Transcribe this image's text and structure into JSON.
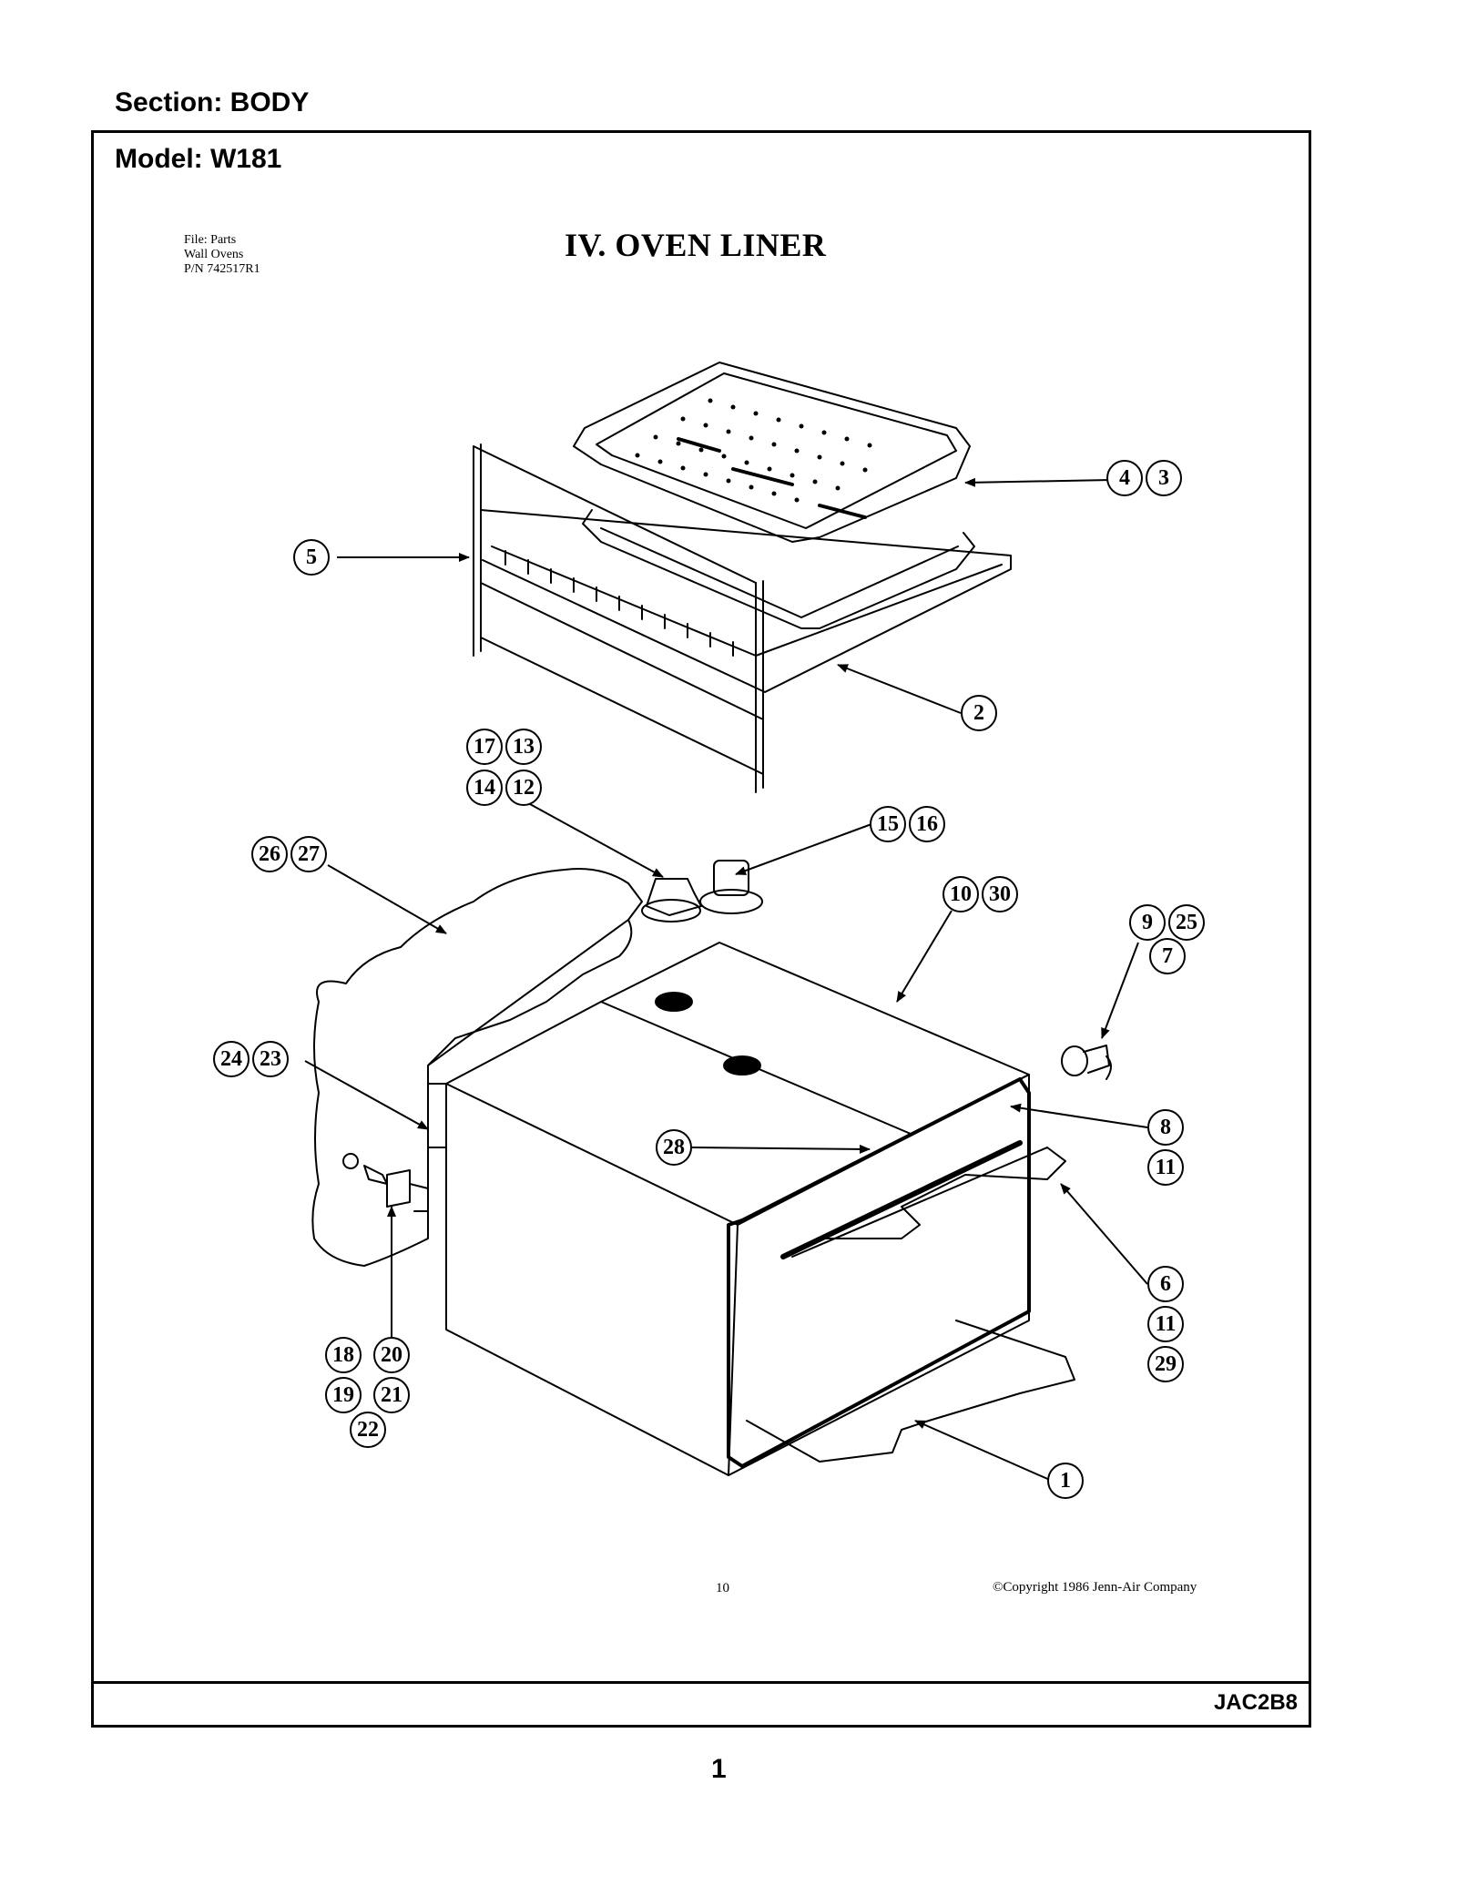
{
  "header": {
    "section_label": "Section:  BODY",
    "model_label": "Model:  W181"
  },
  "document": {
    "file_line1": "File: Parts",
    "file_line2": "Wall Ovens",
    "file_line3": "P/N 742517R1",
    "diagram_title": "IV.  OVEN LINER",
    "inner_page_number": "10",
    "copyright": "©Copyright 1986 Jenn-Air Company"
  },
  "footer": {
    "doc_code": "JAC2B8",
    "page_number": "1"
  },
  "callouts": [
    {
      "id": "c4",
      "label": "4"
    },
    {
      "id": "c3",
      "label": "3"
    },
    {
      "id": "c5",
      "label": "5"
    },
    {
      "id": "c2",
      "label": "2"
    },
    {
      "id": "c17",
      "label": "17"
    },
    {
      "id": "c13",
      "label": "13"
    },
    {
      "id": "c14",
      "label": "14"
    },
    {
      "id": "c12",
      "label": "12"
    },
    {
      "id": "c15",
      "label": "15"
    },
    {
      "id": "c16",
      "label": "16"
    },
    {
      "id": "c26",
      "label": "26"
    },
    {
      "id": "c27",
      "label": "27"
    },
    {
      "id": "c10",
      "label": "10"
    },
    {
      "id": "c30",
      "label": "30"
    },
    {
      "id": "c9",
      "label": "9"
    },
    {
      "id": "c25",
      "label": "25"
    },
    {
      "id": "c7",
      "label": "7"
    },
    {
      "id": "c24",
      "label": "24"
    },
    {
      "id": "c23",
      "label": "23"
    },
    {
      "id": "c28",
      "label": "28"
    },
    {
      "id": "c8",
      "label": "8"
    },
    {
      "id": "c11a",
      "label": "11"
    },
    {
      "id": "c6",
      "label": "6"
    },
    {
      "id": "c11b",
      "label": "11"
    },
    {
      "id": "c29",
      "label": "29"
    },
    {
      "id": "c18",
      "label": "18"
    },
    {
      "id": "c20",
      "label": "20"
    },
    {
      "id": "c19",
      "label": "19"
    },
    {
      "id": "c21",
      "label": "21"
    },
    {
      "id": "c22",
      "label": "22"
    },
    {
      "id": "c1",
      "label": "1"
    }
  ]
}
